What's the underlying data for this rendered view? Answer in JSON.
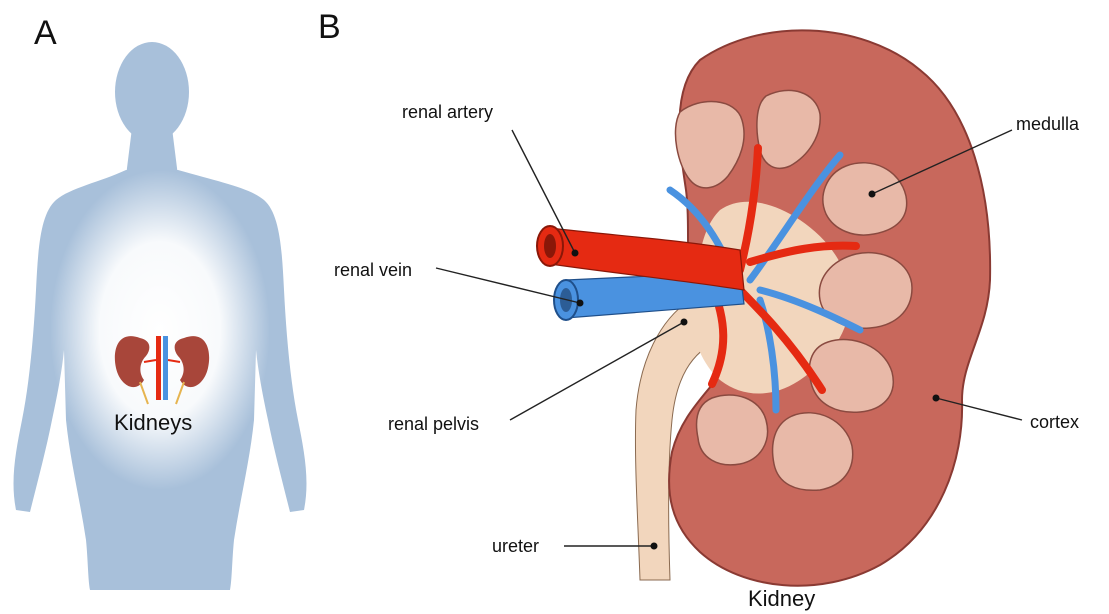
{
  "panel_a": {
    "letter": "A",
    "organ_label": "Kidneys"
  },
  "panel_b": {
    "letter": "B",
    "caption": "Kidney",
    "labels": {
      "renal_artery": "renal artery",
      "renal_vein": "renal vein",
      "renal_pelvis": "renal pelvis",
      "ureter": "ureter",
      "medulla": "medulla",
      "cortex": "cortex"
    }
  },
  "colors": {
    "body_silhouette": "#a8c0da",
    "body_glow": "#ffffff",
    "cortex": "#c8685c",
    "cortex_outline": "#8a3a33",
    "medulla": "#e8b9a8",
    "pelvis": "#f2d6bd",
    "artery": "#e52a12",
    "vein": "#4a92e0",
    "leader_line": "#222222"
  }
}
